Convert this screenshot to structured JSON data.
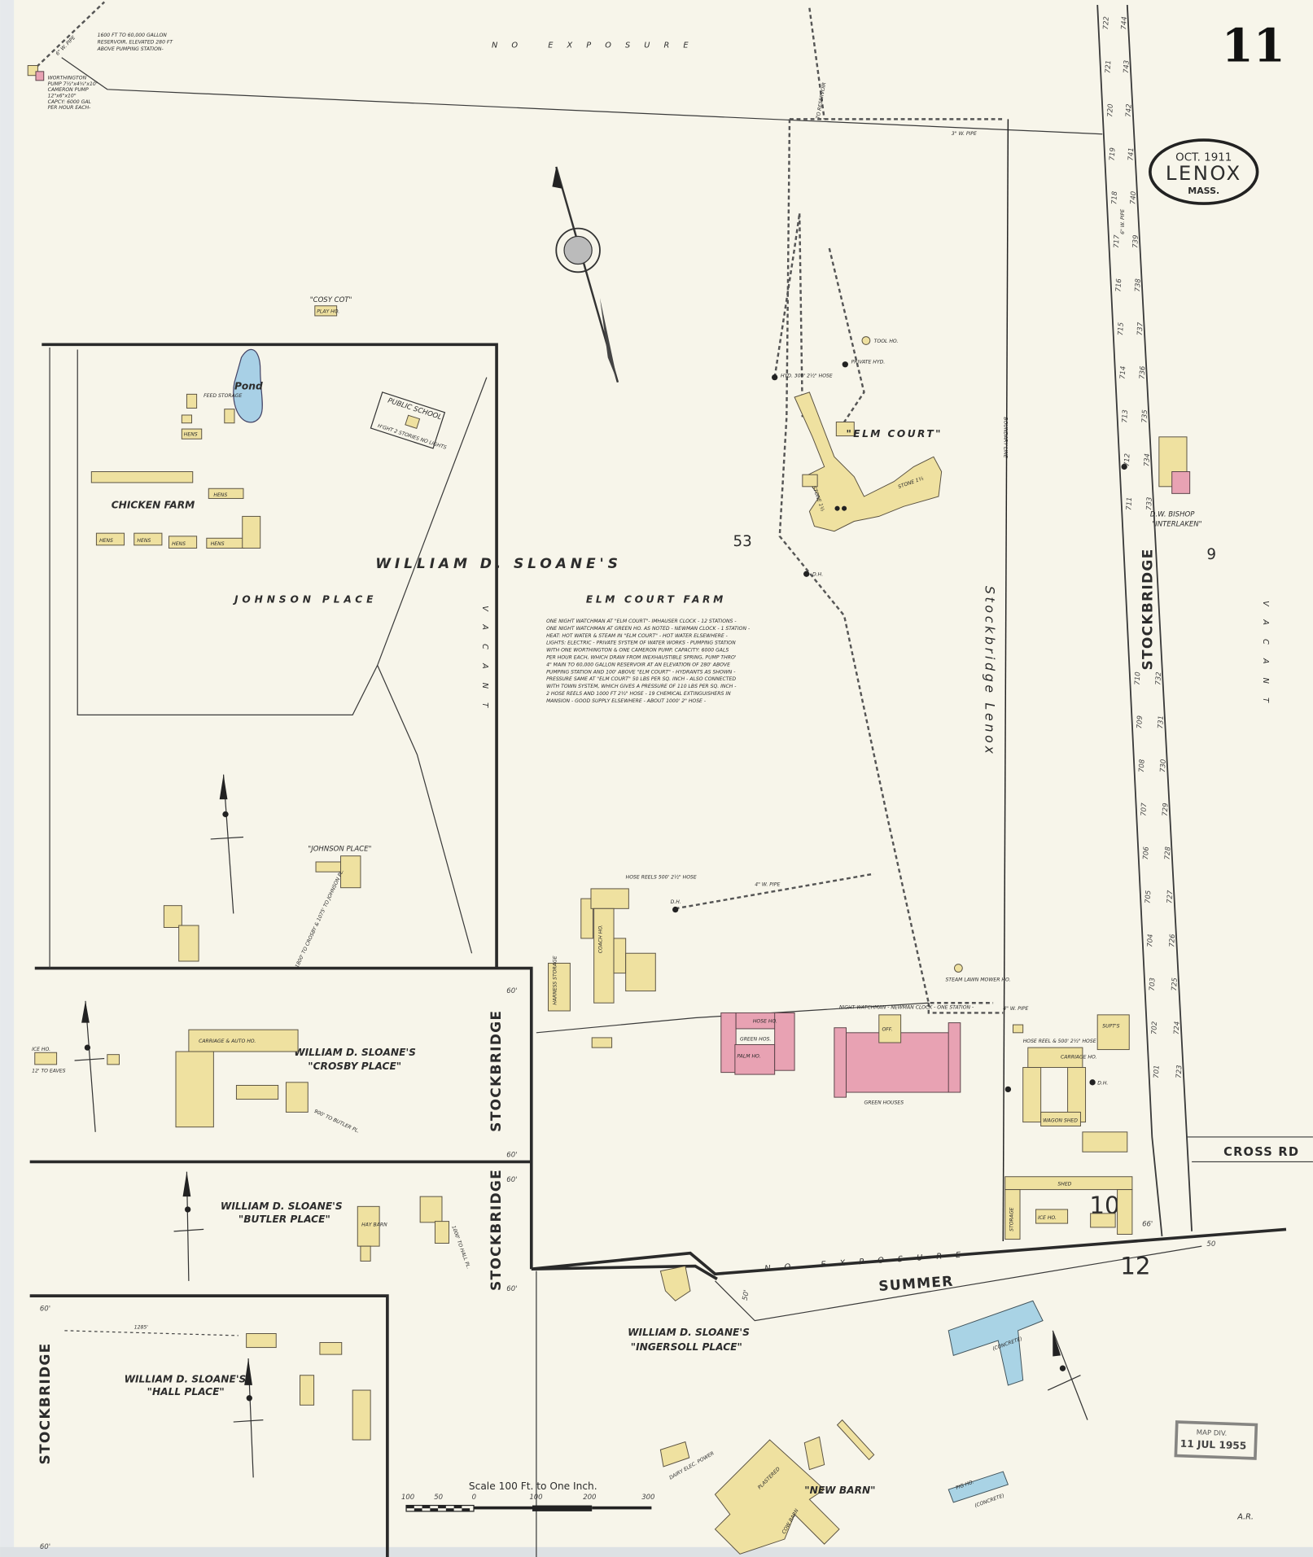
{
  "sheet": {
    "number": "11",
    "date": "OCT. 1911",
    "town": "LENOX",
    "state": "MASS.",
    "stamp_line1": "MAP DIV.",
    "stamp_line2": "11 JUL 1955",
    "initials": "A.R.",
    "scale_text": "Scale 100 Ft. to One Inch.",
    "scale_ticks": [
      "100",
      "50",
      "0",
      "100",
      "200",
      "300"
    ]
  },
  "colors": {
    "paper": "#f7f5ea",
    "frame_building": "#efe1a0",
    "brick_building": "#e8a2b3",
    "concrete_building": "#a9d3e5",
    "pond": "#a8d0e6"
  },
  "exposure": {
    "top": "NO EXPOSURE",
    "bottom": "NO EXPOSURE"
  },
  "pumping_station": {
    "pipe_label": "6\" W. PIPE",
    "reservoir_note": [
      "1600 FT TO 60,000 GALLON",
      "RESERVOIR, ELEVATED 280 FT",
      "ABOVE PUMPING STATION-"
    ],
    "pump_note": [
      "WORTHINGTON",
      "PUMP 7½\"x4¾\"x10\"",
      "CAMERON PUMP",
      "12\"x6\"x10\"",
      "CAPCY: 6000 GAL",
      "PER HOUR EACH-"
    ]
  },
  "block_numbers": [
    "53",
    "9",
    "10",
    "12"
  ],
  "streets": {
    "stockbridge_right": "STOCKBRIDGE",
    "stockbridge_mid1": "STOCKBRIDGE",
    "stockbridge_mid2": "STOCKBRIDGE",
    "stockbridge_left": "STOCKBRIDGE",
    "summer": "SUMMER",
    "cross_rd": "CROSS RD",
    "boundary": "Stockbridge    Lenox",
    "boundary_small": "BOUNDARY LINE",
    "widths": [
      "60'",
      "60'",
      "60'",
      "60'",
      "60'",
      "60'",
      "66'",
      "50",
      "50'"
    ]
  },
  "addresses": {
    "west_side": [
      "722",
      "721",
      "720",
      "719",
      "718",
      "717",
      "716",
      "715",
      "714",
      "713",
      "712",
      "711",
      "710",
      "709",
      "708",
      "707",
      "706",
      "705",
      "704",
      "703",
      "702",
      "701"
    ],
    "east_side": [
      "744",
      "743",
      "742",
      "741",
      "740",
      "739",
      "738",
      "737",
      "736",
      "735",
      "734",
      "733",
      "732",
      "731",
      "730",
      "729",
      "728",
      "727",
      "726",
      "725",
      "724",
      "723"
    ]
  },
  "labels": {
    "vacant1": "VACANT",
    "vacant2": "VACANT",
    "to_reservoir": "TO RESERVOIR",
    "pipe_3w": "3\" W. PIPE",
    "pipe_6w": "6\" W. PIPE",
    "pipe_4w": "4\" W. PIPE",
    "pipe_4w_b": "4\" W. PIPE",
    "cosy_cot": "\"COSY COT\"",
    "play_ho": "PLAY HO.",
    "pond": "Pond",
    "public_school": "PUBLIC SCHOOL",
    "school_note": "H'GHT 2 STORIES NO LIGHTS",
    "chicken_farm": "CHICKEN FARM",
    "feed_storage": "FEED STORAGE",
    "hens": [
      "HENS",
      "HENS",
      "HENS",
      "HENS",
      "HENS",
      "HENS"
    ],
    "sloane_main": "WILLIAM D. SLOANE'S",
    "johnson_place": "JOHNSON PLACE",
    "elm_court_farm": "ELM COURT FARM",
    "farm_note": [
      "ONE NIGHT WATCHMAN AT \"ELM COURT\"- IMHAUSER CLOCK - 12 STATIONS -",
      "ONE NIGHT WATCHMAN AT GREEN HO. AS NOTED - NEWMAN CLOCK - 1 STATION -",
      "HEAT: HOT WATER & STEAM IN \"ELM COURT\" - HOT WATER ELSEWHERE -",
      "LIGHTS: ELECTRIC - PRIVATE SYSTEM OF WATER WORKS - PUMPING STATION",
      "WITH ONE WORTHINGTON & ONE CAMERON PUMP, CAPACITY: 6000 GALS",
      "PER HOUR EACH, WHICH DRAW FROM INEXHAUSTIBLE SPRING, PUMP THRO'",
      "4\" MAIN TO 60,000 GALLON RESERVOIR AT AN ELEVATION OF 280' ABOVE",
      "PUMPING STATION AND 100' ABOVE \"ELM COURT\" - HYDRANTS AS SHOWN -",
      "PRESSURE SAME AT \"ELM COURT\" 50 LBS PER SQ. INCH - ALSO CONNECTED",
      "WITH TOWN SYSTEM, WHICH GIVES A PRESSURE OF 110 LBS PER SQ. INCH -",
      "2 HOSE REELS AND 1000 FT 2½\" HOSE - 19 CHEMICAL EXTINGUISHERS IN",
      "MANSION - GOOD SUPPLY ELSEWHERE - ABOUT 1000' 2\" HOSE -"
    ],
    "elm_court": "\"ELM COURT\"",
    "stone_1": "STONE 1½",
    "stone_2": "STONE 1½",
    "tool_ho": "TOOL HO.",
    "private_hyd": "PRIVATE HYD.",
    "hyd_hose": "HYD. 300' 2½\" HOSE",
    "dh": "D.H.",
    "bishop": "D.W. BISHOP",
    "interlaken": "\"INTERLAKEN\"",
    "johnson_place_q": "\"JOHNSON PLACE\"",
    "to_crosby": "1800' TO CROSBY & 1075' TO JOHNSON PL.",
    "hose_reel_1": "HOSE REELS 500' 2½\" HOSE",
    "coach_ho": "COACH HO.",
    "harness": "HARNESS STORAGE",
    "steam_mower": "STEAM LAWN MOWER HO.",
    "night_watch": "NIGHT WATCHMAN - NEWMAN CLOCK - ONE STATION -",
    "off": "OFF.",
    "green_houses": "GREEN HOUSES",
    "green_hos": "GREEN HOS.",
    "hose_ho": "HOSE HO.",
    "palm_ho": "PALM HO.",
    "hose_reel_2": "HOSE REEL & 500' 2½\" HOSE",
    "supts": "SUPT'S",
    "carriage_ho": "CARRIAGE HO.",
    "wagon_shed": "WAGON SHED",
    "shed": "SHED",
    "ice_ho": "ICE HO.",
    "storage": "STORAGE",
    "sloane_crosby": "WILLIAM D. SLOANE'S",
    "crosby_place": "\"CROSBY PLACE\"",
    "carriage_auto": "CARRIAGE & AUTO HO.",
    "ice_ho_2": "ICE HO.",
    "eaves": "12' TO EAVES",
    "to_butler": "900' TO BUTLER PL.",
    "sloane_butler": "WILLIAM D. SLOANE'S",
    "butler_place": "\"BUTLER PLACE\"",
    "hay_barn": "HAY BARN",
    "to_hall": "1000' TO HALL PL.",
    "sloane_ingersoll": "WILLIAM D. SLOANE'S",
    "ingersoll_place": "\"INGERSOLL PLACE\"",
    "sloane_hall": "WILLIAM D. SLOANE'S",
    "hall_place": "\"HALL PLACE\"",
    "dim_1285": "1285'",
    "new_barn": "\"NEW BARN\"",
    "plastered": "PLASTERED",
    "cow_barn": "COW BARN",
    "dairy": "DAIRY ELEC. POWER",
    "concrete": "(CONCRETE)",
    "concrete_2": "(CONCRETE)",
    "pig_ho": "PIG HO."
  }
}
